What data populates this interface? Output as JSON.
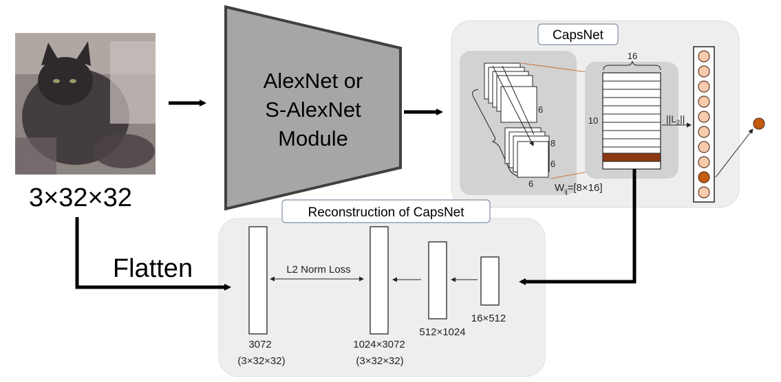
{
  "input": {
    "dims_label": "3×32×32",
    "image_colors": [
      "#2f2c2e",
      "#6b6063",
      "#9a8f8c",
      "#c9c0bd",
      "#4a4245",
      "#b5a7a0",
      "#7d7470"
    ]
  },
  "module": {
    "line1": "AlexNet or",
    "line2": "S-AlexNet",
    "line3": "Module"
  },
  "capsnet": {
    "title": "CapsNet",
    "fm_dim_a": "6",
    "fm_dim_b": "8",
    "fm_dim_c": "6",
    "fm_dim_d": "6",
    "matrix_width": "16",
    "matrix_rows": "10",
    "norm_label": "||L",
    "norm_sub": "2",
    "norm_end": "||",
    "weight_label": "W",
    "weight_sub": "ij",
    "weight_dims": "=[8×16]",
    "highlight_color": "#8b3a12",
    "output_node_count": 10,
    "highlight_node_index": 8
  },
  "reconstruction": {
    "title": "Reconstruction of CapsNet",
    "flatten_label": "Flatten",
    "loss_label": "L2 Norm Loss",
    "layer_3072": "3072",
    "layer_3072_sub": "(3×32×32)",
    "layer_1024": "1024×3072",
    "layer_1024_sub": "(3×32×32)",
    "layer_512": "512×1024",
    "layer_16": "16×512"
  },
  "colors": {
    "node_fill": "#f8cbad",
    "node_active": "#c55a11",
    "panel": "#eeeeee"
  }
}
